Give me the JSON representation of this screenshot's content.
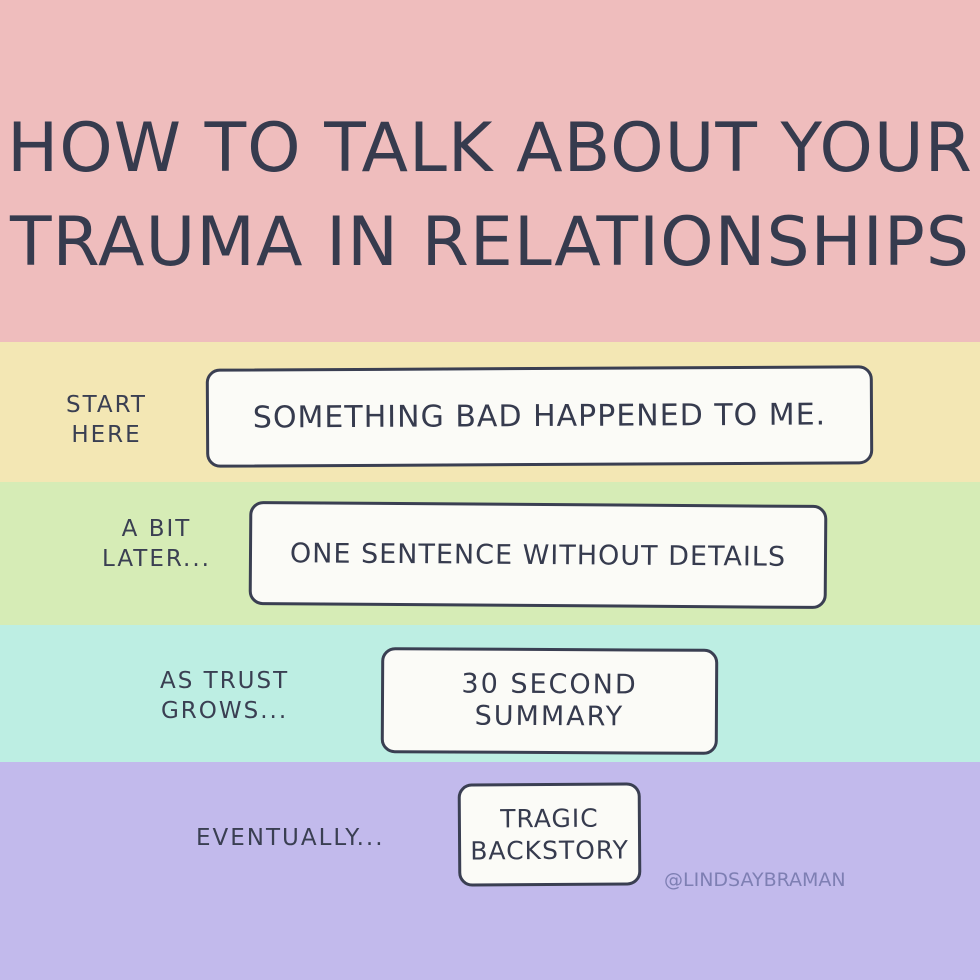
{
  "title": {
    "line1": "HOW TO TALK ABOUT YOUR",
    "line2": "TRAUMA IN RELATIONSHIPS"
  },
  "steps": [
    {
      "label_lines": [
        "START",
        "HERE"
      ],
      "box_lines": [
        "SOMETHING BAD HAPPENED TO ME."
      ],
      "band_color": "#f3e7b4"
    },
    {
      "label_lines": [
        "A BIT",
        "LATER..."
      ],
      "box_lines": [
        "ONE SENTENCE WITHOUT DETAILS"
      ],
      "band_color": "#d6ecb6"
    },
    {
      "label_lines": [
        "AS TRUST",
        "GROWS..."
      ],
      "box_lines": [
        "30 SECOND",
        "SUMMARY"
      ],
      "band_color": "#bdeee3"
    },
    {
      "label_lines": [
        "EVENTUALLY..."
      ],
      "box_lines": [
        "TRAGIC",
        "BACKSTORY"
      ],
      "band_color": "#c2baec"
    }
  ],
  "title_band_color": "#efbdbd",
  "signature": "@LINDSAYBRAMAN"
}
